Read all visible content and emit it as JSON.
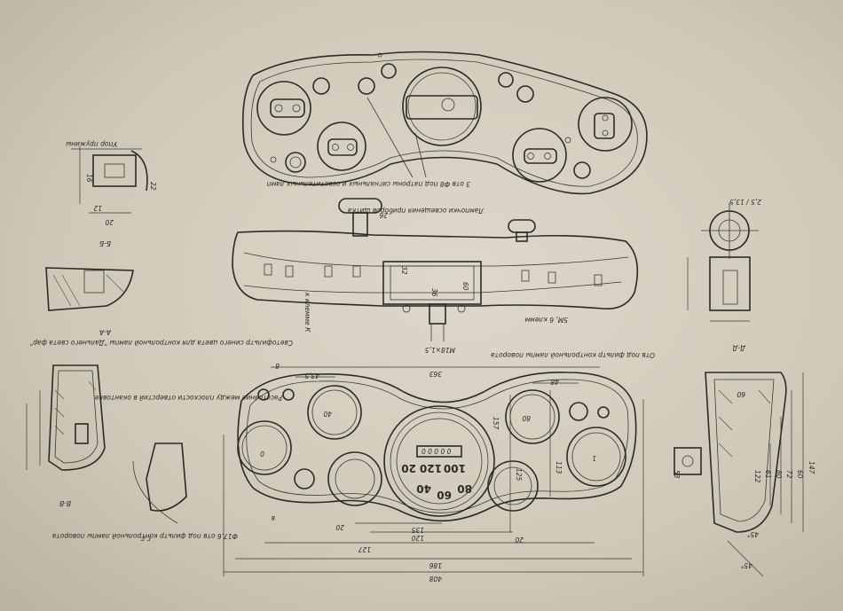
{
  "drawing": {
    "top_view": {
      "note": "3 отв Ф8 под патроны сигнальных и осветительных ламп"
    },
    "middle_view": {
      "note_top": "Лампочки освещения приборов щитка",
      "dim_60": "60",
      "dim_36": "36",
      "dim_32": "32",
      "dim_26": "26",
      "thread": "М18×1,5",
      "label_clamps": "5М, 6 клемм",
      "label_gnd": "к клемме К"
    },
    "front_view": {
      "dim_363": "363",
      "dim_113": "113",
      "dim_48": "48",
      "dim_4325": "43,5",
      "dim_8": "8",
      "dim_20a": "20",
      "dim_20b": "20",
      "dim_120": "120",
      "dim_125": "125",
      "dim_127": "127",
      "dim_157": "157",
      "dim_186": "186",
      "dim_408": "408",
      "dim_135": "135",
      "label_contr_lamp": "Светофильтр синего цвета для контрольной лампы \"Дальнего света фар\"",
      "label_plane": "Расстояние между плоскости отверстий в окантовке",
      "label_hole_right": "Отв под фильтр контрольной лампы поворота",
      "label_hole_left": "Ф17,6 отв под фильтр контрольной лампы поворота",
      "speedo_digits": [
        "20",
        "40",
        "60",
        "80",
        "100",
        "120"
      ],
      "odometer": "0 0 0 0 0",
      "gauge_digits": [
        "40",
        "80",
        "0",
        "1"
      ],
      "dim_v": "в"
    },
    "sections": {
      "bb": "Б-Б",
      "aa": "А-А",
      "vv": "В-В",
      "gg": "Г-Г",
      "dd": "Д-Д",
      "label_top_left": "Упор пружины",
      "label_side_right": "2,5 / 13,5",
      "dims_left": [
        "16",
        "20",
        "12",
        "22"
      ],
      "dims_right": [
        "147",
        "60",
        "72",
        "80",
        "61",
        "122",
        "60",
        "53",
        "45°",
        "45°"
      ]
    }
  }
}
